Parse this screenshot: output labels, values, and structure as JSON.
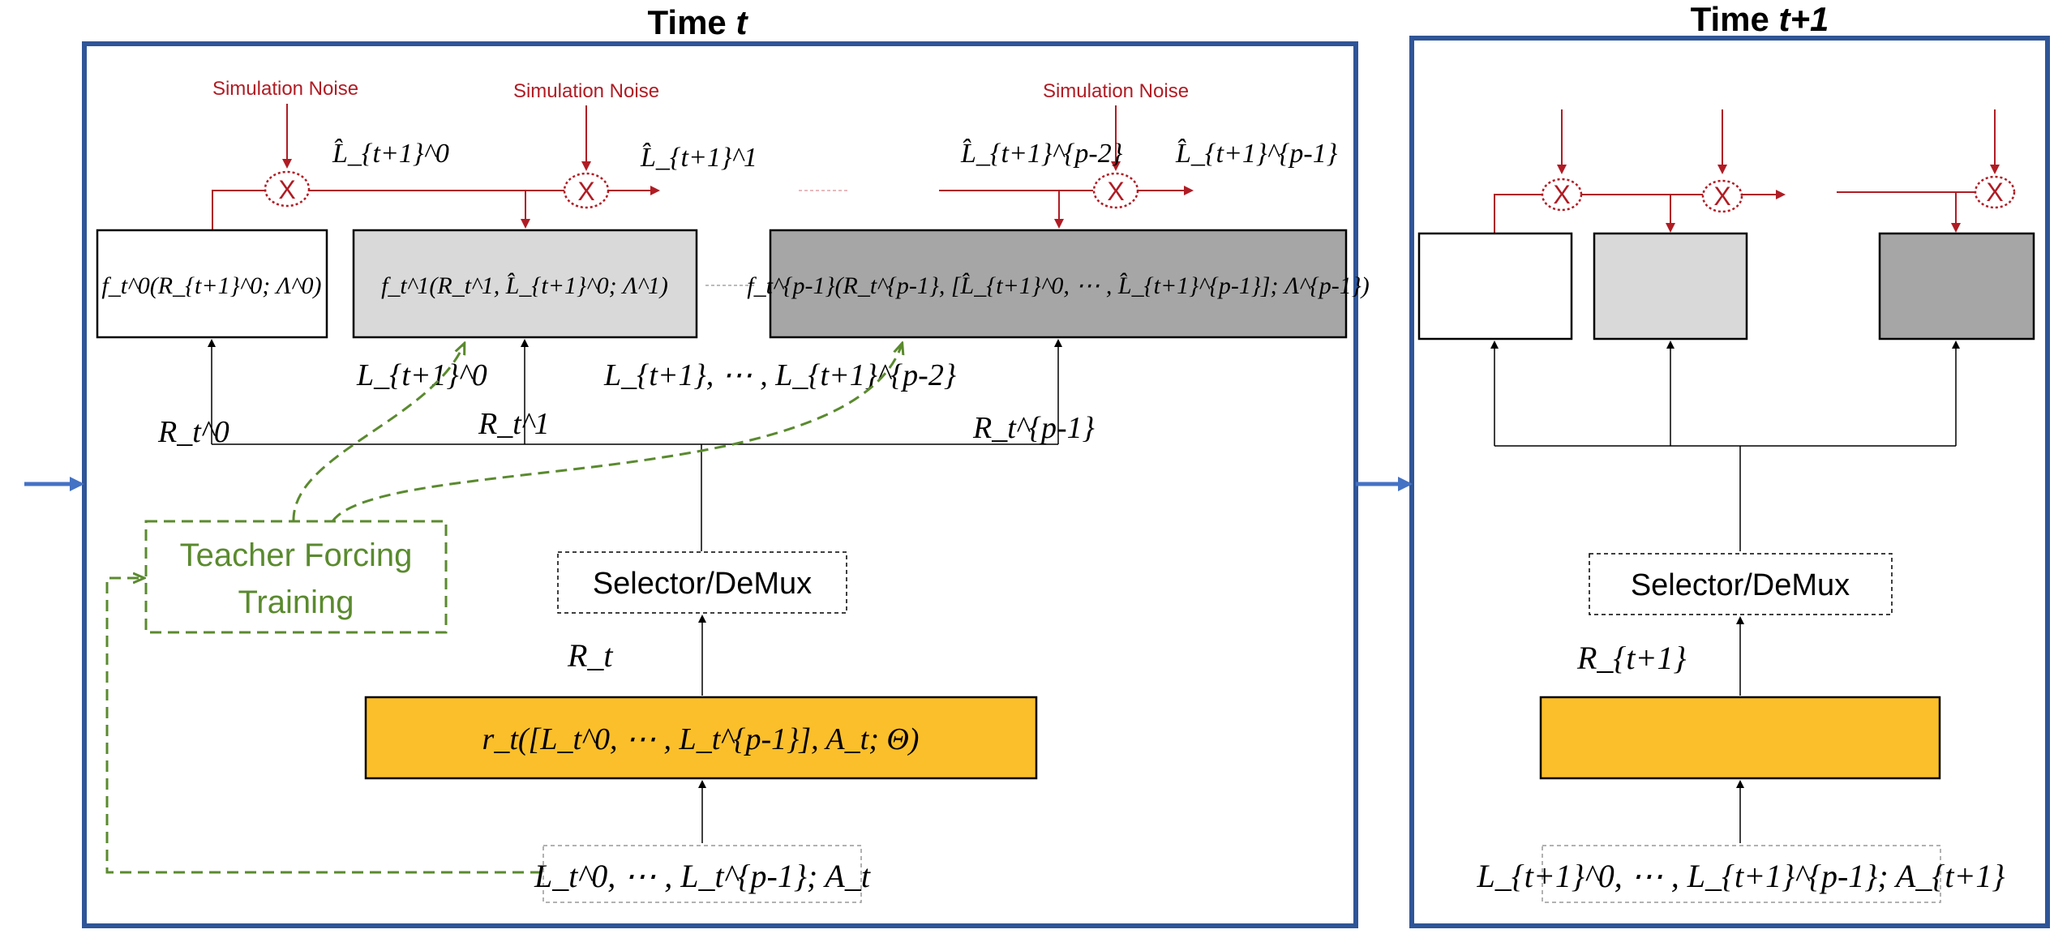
{
  "titles": {
    "left_prefix": "Time",
    "left_var": "t",
    "right_prefix": "Time",
    "right_var": "t+1"
  },
  "noise_label": "Simulation Noise",
  "multiply_symbol": "X",
  "left_panel": {
    "box_f0": "f_t^0(R_{t+1}^0; Λ^0)",
    "box_f1": "f_t^1(R_t^1, L̂_{t+1}^0; Λ^1)",
    "box_fp": "f_t^{p-1}(R_t^{p-1}, [L̂_{t+1}^0, ⋯ , L̂_{t+1}^{p-1}]; Λ^{p-1})",
    "lhat_0": "L̂_{t+1}^0",
    "lhat_1": "L̂_{t+1}^1",
    "lhat_p2": "L̂_{t+1}^{p-2}",
    "lhat_p1": "L̂_{t+1}^{p-1}",
    "l_0": "L_{t+1}^0",
    "l_range": "L_{t+1}, ⋯ , L_{t+1}^{p-2}",
    "r_0": "R_t^0",
    "r_1": "R_t^1",
    "r_p1": "R_t^{p-1}",
    "teacher_line1": "Teacher Forcing",
    "teacher_line2": "Training",
    "selector": "Selector/DeMux",
    "r_t": "R_t",
    "model": "r_t([L_t^0, ⋯ , L_t^{p-1}], A_t; Θ)",
    "inputs": "L_t^0, ⋯ , L_t^{p-1}; A_t"
  },
  "right_panel": {
    "selector": "Selector/DeMux",
    "r_t1": "R_{t+1}",
    "inputs": "L_{t+1}^0, ⋯ , L_{t+1}^{p-1}; A_{t+1}"
  },
  "colors": {
    "panel_border": "#2f5597",
    "noise_red": "#b01c24",
    "teacher_green": "#5a8a2e",
    "model_orange": "#fbbf2b",
    "box_light_gray": "#d9d9d9",
    "box_dark_gray": "#a6a6a6",
    "flow_arrow_blue": "#4472c4"
  }
}
